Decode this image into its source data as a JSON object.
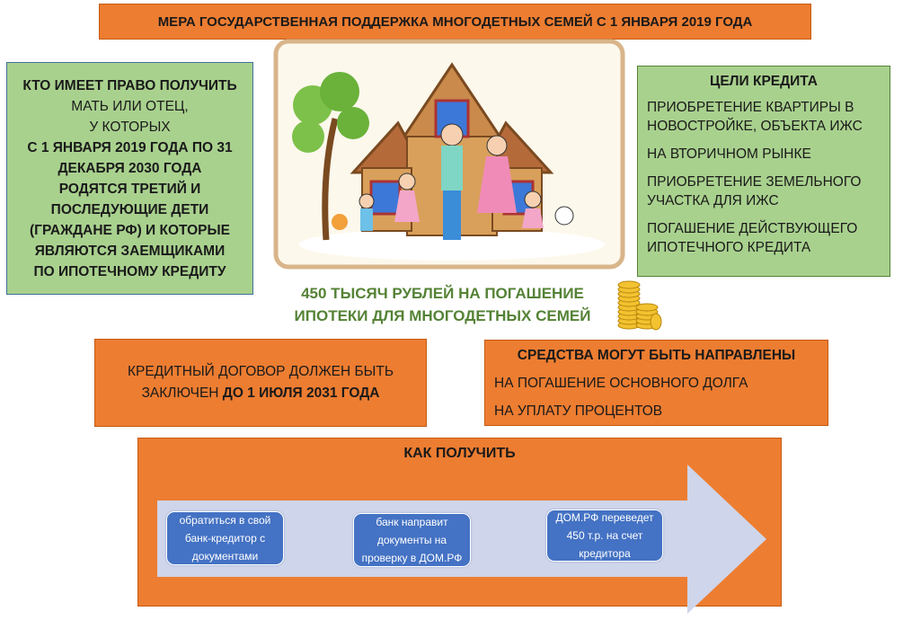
{
  "title": "МЕРА ГОСУДАРСТВЕННАЯ ПОДДЕРЖКА МНОГОДЕТНЫХ СЕМЕЙ С 1 ЯНВАРЯ 2019 ГОДА",
  "who": {
    "heading": "КТО ИМЕЕТ ПРАВО ПОЛУЧИТЬ",
    "line1": "МАТЬ ИЛИ ОТЕЦ,",
    "line2": "У КОТОРЫХ",
    "bold": "С 1 ЯНВАРЯ 2019 ГОДА ПО 31 ДЕКАБРЯ 2030 ГОДА РОДЯТСЯ ТРЕТИЙ И ПОСЛЕДУЮЩИЕ ДЕТИ (ГРАЖДАНЕ РФ) И КОТОРЫЕ ЯВЛЯЮТСЯ ЗАЕМЩИКАМИ ПО ИПОТЕЧНОМУ КРЕДИТУ"
  },
  "goals": {
    "heading": "ЦЕЛИ КРЕДИТА",
    "items": [
      "ПРИОБРЕТЕНИЕ КВАРТИРЫ В НОВОСТРОЙКЕ, ОБЪЕКТА ИЖС",
      "НА ВТОРИЧНОМ РЫНКЕ",
      "ПРИОБРЕТЕНИЕ ЗЕМЕЛЬНОГО УЧАСТКА ДЛЯ ИЖС",
      "ПОГАШЕНИЕ ДЕЙСТВУЮЩЕГО ИПОТЕЧНОГО КРЕДИТА"
    ]
  },
  "center": {
    "line1": "450 ТЫСЯЧ РУБЛЕЙ НА ПОГАШЕНИЕ",
    "line2": "ИПОТЕКИ ДЛЯ МНОГОДЕТНЫХ СЕМЕЙ"
  },
  "contract": {
    "text": "КРЕДИТНЫЙ ДОГОВОР ДОЛЖЕН БЫТЬ ЗАКЛЮЧЕН ",
    "bold": "ДО 1 ИЮЛЯ 2031 ГОДА"
  },
  "funds": {
    "heading": "СРЕДСТВА МОГУТ БЫТЬ НАПРАВЛЕНЫ",
    "items": [
      "НА ПОГАШЕНИЕ ОСНОВНОГО ДОЛГА",
      "НА УПЛАТУ ПРОЦЕНТОВ"
    ]
  },
  "how": {
    "heading": "КАК ПОЛУЧИТЬ",
    "steps": [
      "обратиться в свой банк-кредитор с документами",
      "банк направит документы на проверку в ДОМ.РФ",
      "ДОМ.РФ переведет 450 т.р. на счет кредитора"
    ]
  },
  "colors": {
    "orange": "#ED7D31",
    "green": "#A9D18E",
    "text_green": "#548235",
    "step_blue": "#4472C4",
    "arrow": "#CFD5EA"
  }
}
